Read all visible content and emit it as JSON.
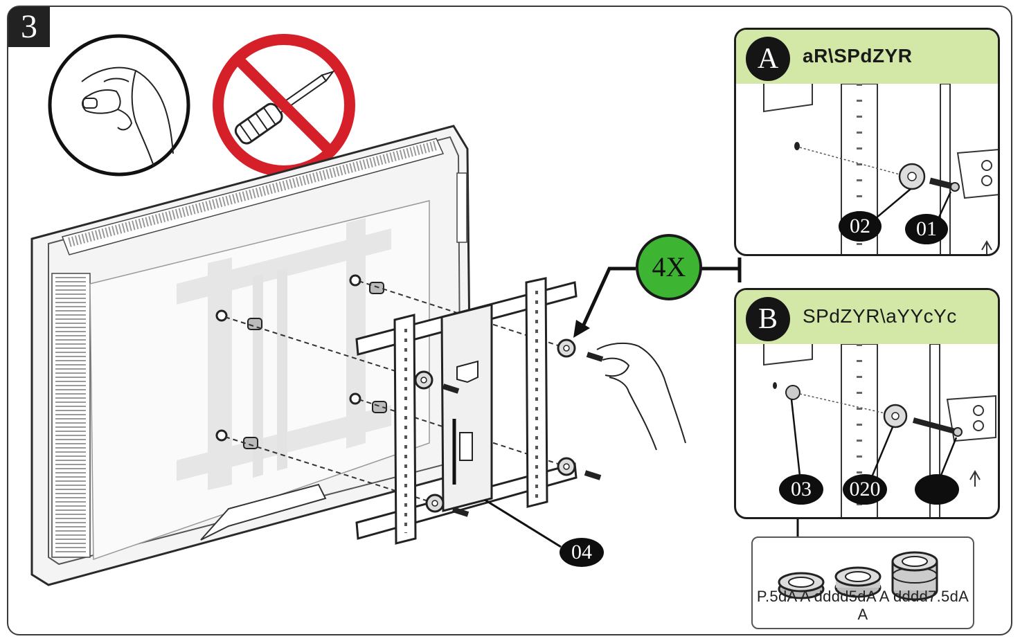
{
  "step": {
    "number": "3"
  },
  "main": {
    "quantity": "4X",
    "callout_bracket": "04"
  },
  "panel_a": {
    "letter": "A",
    "title": "aR\\SPdZYR",
    "callouts": [
      "02",
      "01"
    ]
  },
  "panel_b": {
    "letter": "B",
    "title": "SPdZYR\\aYYcYc",
    "callouts": [
      "03",
      "020",
      ""
    ]
  },
  "spacers": {
    "label": "P.5dA A dddd5dA A dddd7.5dA A"
  },
  "icons": {
    "hand": "hand-tighten-icon",
    "no_tool": "no-screwdriver-icon"
  },
  "colors": {
    "panel_header": "#d3e8a6",
    "qty_badge": "#3db533",
    "prohibition": "#d5202a",
    "line_art": "#1d1d1d"
  }
}
